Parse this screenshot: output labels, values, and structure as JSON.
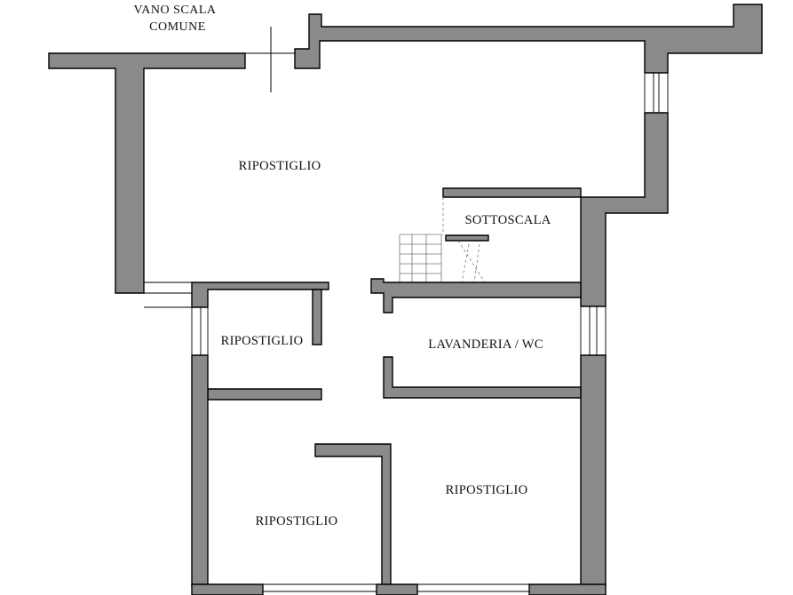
{
  "plan": {
    "labels": {
      "vano_scala_line1": "VANO SCALA",
      "vano_scala_line2": "COMUNE",
      "ripostiglio_main": "RIPOSTIGLIO",
      "sottoscala": "SOTTOSCALA",
      "ripostiglio_small": "RIPOSTIGLIO",
      "lavanderia_wc": "LAVANDERIA / WC",
      "ripostiglio_bottom_right": "RIPOSTIGLIO",
      "ripostiglio_bottom_left": "RIPOSTIGLIO"
    },
    "colors": {
      "wall_fill": "#8a8a8a",
      "wall_stroke": "#000000",
      "background": "#ffffff"
    }
  }
}
